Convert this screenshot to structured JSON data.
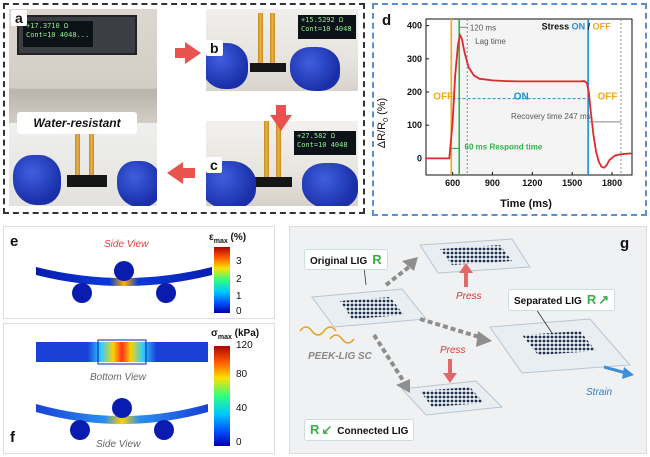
{
  "panels": {
    "a": "a",
    "b": "b",
    "c": "c",
    "d": "d",
    "e": "e",
    "f": "f",
    "g": "g"
  },
  "photos": {
    "meter_a_line1": "+17.3710 Ω",
    "meter_a_line2": "Cont=10 4048...",
    "meter_b_line1": "+15.5292 Ω",
    "meter_b_line2": "Cont=10  4048",
    "meter_c_line1": "+27.582 Ω",
    "meter_c_line2": "Cont=10  4048",
    "water_resistant": "Water-resistant"
  },
  "chart_data": {
    "type": "line",
    "xlabel": "Time (ms)",
    "ylabel": "ΔR/R0 (%)",
    "ylabel_main": "ΔR/R",
    "ylabel_sub": "0",
    "ylabel_unit": " (%)",
    "xlim": [
      400,
      1950
    ],
    "ylim": [
      -50,
      420
    ],
    "xticks": [
      600,
      900,
      1200,
      1500,
      1800
    ],
    "yticks": [
      0,
      100,
      200,
      300,
      400
    ],
    "series": [
      {
        "x": [
          400,
          540,
          575,
          600,
          620,
          640,
          655,
          670,
          690,
          720,
          760,
          800,
          900,
          1000,
          1100,
          1200,
          1300,
          1400,
          1500,
          1560,
          1590,
          1610,
          1625,
          1640,
          1660,
          1680,
          1700,
          1720,
          1740,
          1760,
          1780,
          1820,
          1860,
          1900,
          1950
        ],
        "y": [
          0,
          0,
          0,
          110,
          250,
          340,
          372,
          360,
          320,
          275,
          250,
          240,
          235,
          233,
          232,
          232,
          232,
          232,
          232,
          232,
          233,
          228,
          200,
          140,
          70,
          20,
          -10,
          -25,
          -28,
          -20,
          -5,
          8,
          12,
          14,
          15
        ],
        "color": "#e0292d"
      }
    ],
    "annotations": {
      "lag": "120 ms",
      "lag_label": "Lag time",
      "stress": "Stress",
      "on": "ON",
      "slash": "/",
      "off": "OFF",
      "off_left": "OFF",
      "on_mid": "ON",
      "off_right": "OFF",
      "recovery": "Recovery time 247 ms",
      "respond": "60 ms",
      "respond_label": "Respond time"
    },
    "colors": {
      "on": "#1e8fd6",
      "off": "#f0a81c",
      "curve": "#e0292d",
      "respond": "#2db34a"
    }
  },
  "sim_e": {
    "side_view": "Side View",
    "cbar_title_sym": "ε",
    "cbar_title_sub": "max",
    "cbar_title_unit": "(%)",
    "ticks": [
      "3",
      "2",
      "1",
      "0"
    ]
  },
  "sim_f": {
    "bottom_view": "Bottom View",
    "side_view": "Side View",
    "cbar_title_sym": "σ",
    "cbar_title_sub": "max",
    "cbar_title_unit": "(kPa)",
    "ticks": [
      "120",
      "80",
      "40",
      "0"
    ]
  },
  "schematic": {
    "original": "Original LIG",
    "separated": "Separated LIG",
    "connected": "Connected LIG",
    "r": "R",
    "r_up": "↗",
    "r_down": "↙",
    "press_top": "Press",
    "press_bottom": "Press",
    "sc_name": "PEEK-LIG SC",
    "strain": "Strain"
  }
}
